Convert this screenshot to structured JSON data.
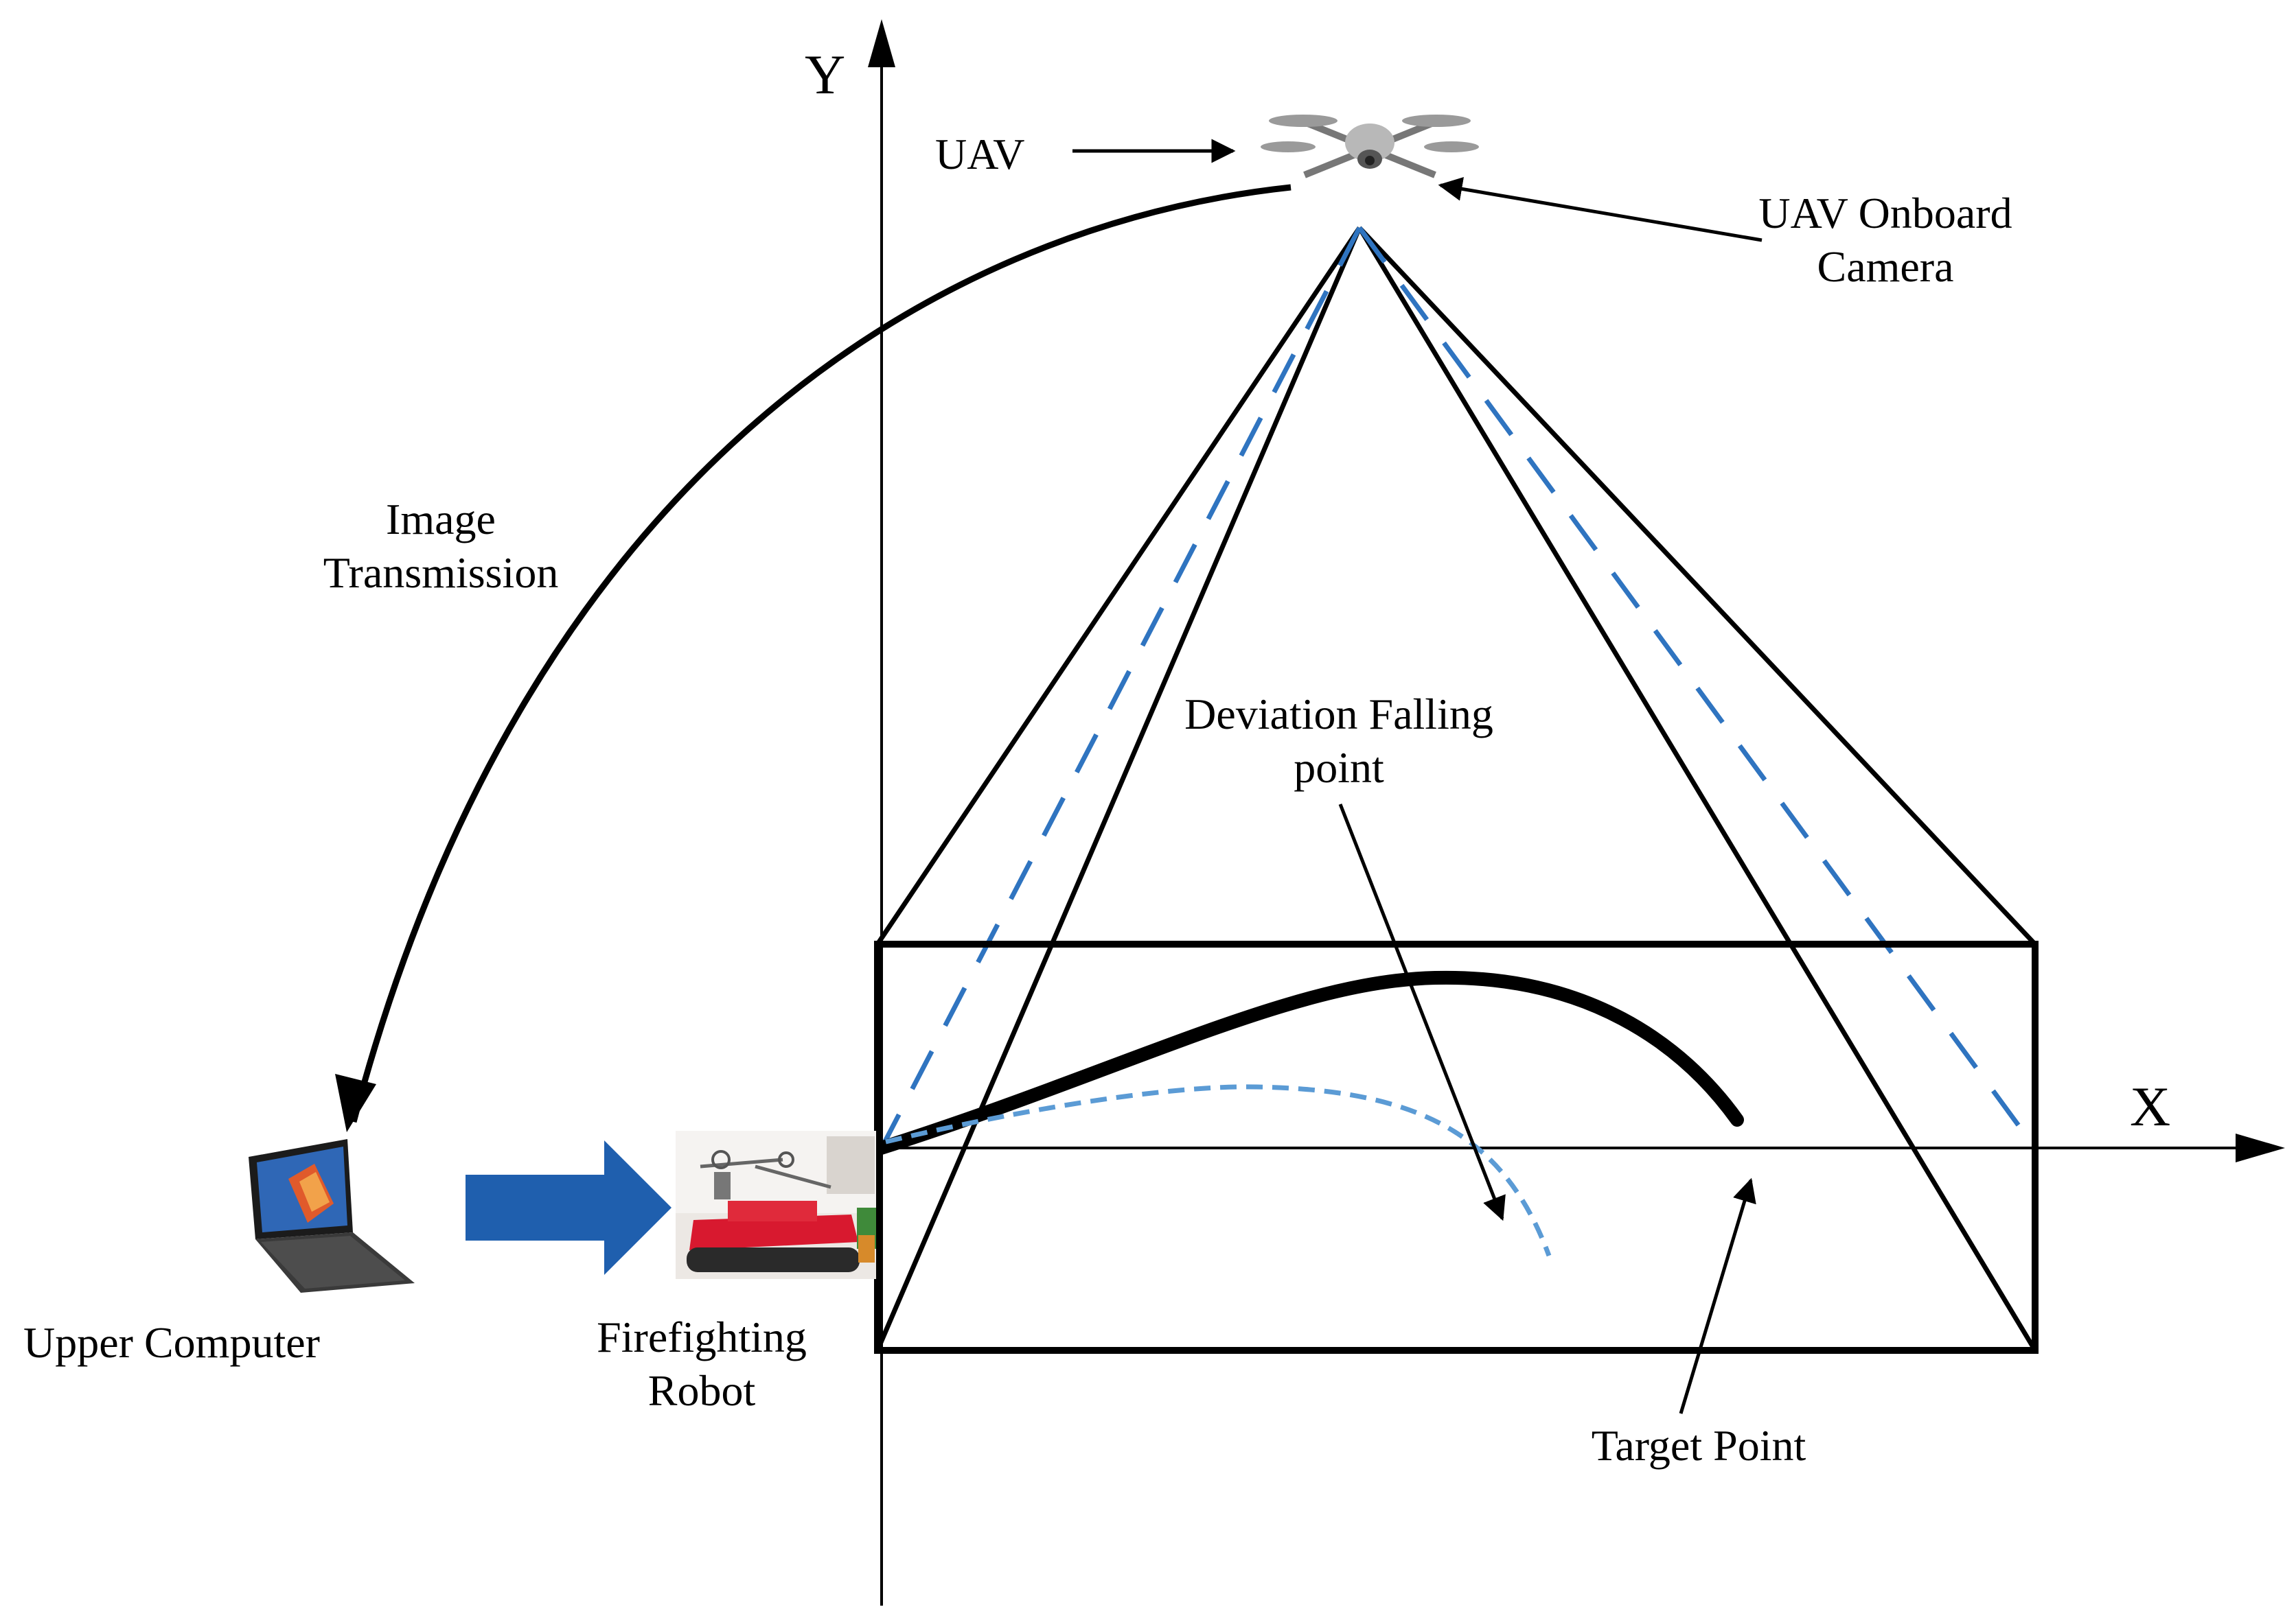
{
  "labels": {
    "y_axis": "Y",
    "x_axis": "X",
    "uav": "UAV",
    "uav_camera_line1": "UAV Onboard",
    "uav_camera_line2": "Camera",
    "image_transmission_line1": "Image",
    "image_transmission_line2": "Transmission",
    "deviation_line1": "Deviation Falling",
    "deviation_line2": "point",
    "upper_computer": "Upper Computer",
    "robot_line1": "Firefighting",
    "robot_line2": "Robot",
    "target_point": "Target Point"
  },
  "colors": {
    "line": "#000000",
    "dashed_blue": "#2f74c0",
    "light_dashed_blue": "#5b9bd5",
    "arrow_blue": "#1f5fae",
    "robot_red": "#d8192f"
  },
  "icons": {
    "uav": "drone-icon",
    "upper_computer": "laptop-icon",
    "robot": "firefighting-robot-image"
  }
}
